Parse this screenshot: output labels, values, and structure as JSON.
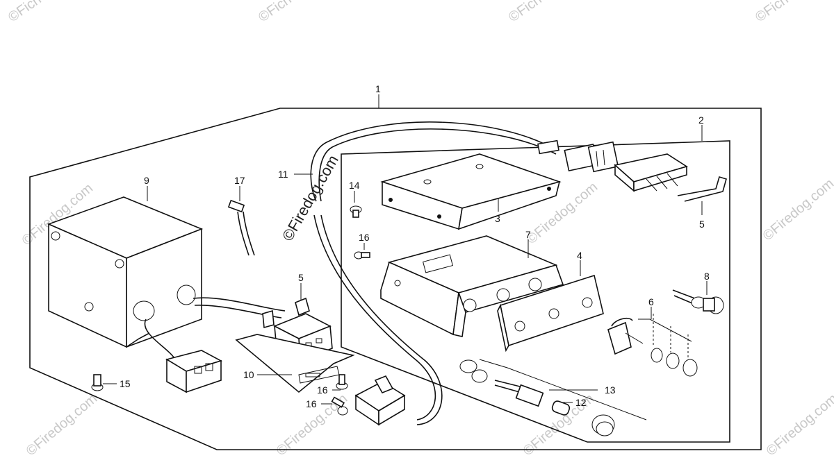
{
  "watermarks": {
    "corner": "©Fiche",
    "main": "©Firedog.com",
    "faint": "©Firedog.com"
  },
  "callouts": {
    "c1": "1",
    "c2": "2",
    "c3": "3",
    "c4": "4",
    "c5a": "5",
    "c5b": "5",
    "c6": "6",
    "c7": "7",
    "c8": "8",
    "c9": "9",
    "c10": "10",
    "c11": "11",
    "c12": "12",
    "c13": "13",
    "c14": "14",
    "c15": "15",
    "c16a": "16",
    "c16b": "16",
    "c16c": "16",
    "c17": "17"
  }
}
